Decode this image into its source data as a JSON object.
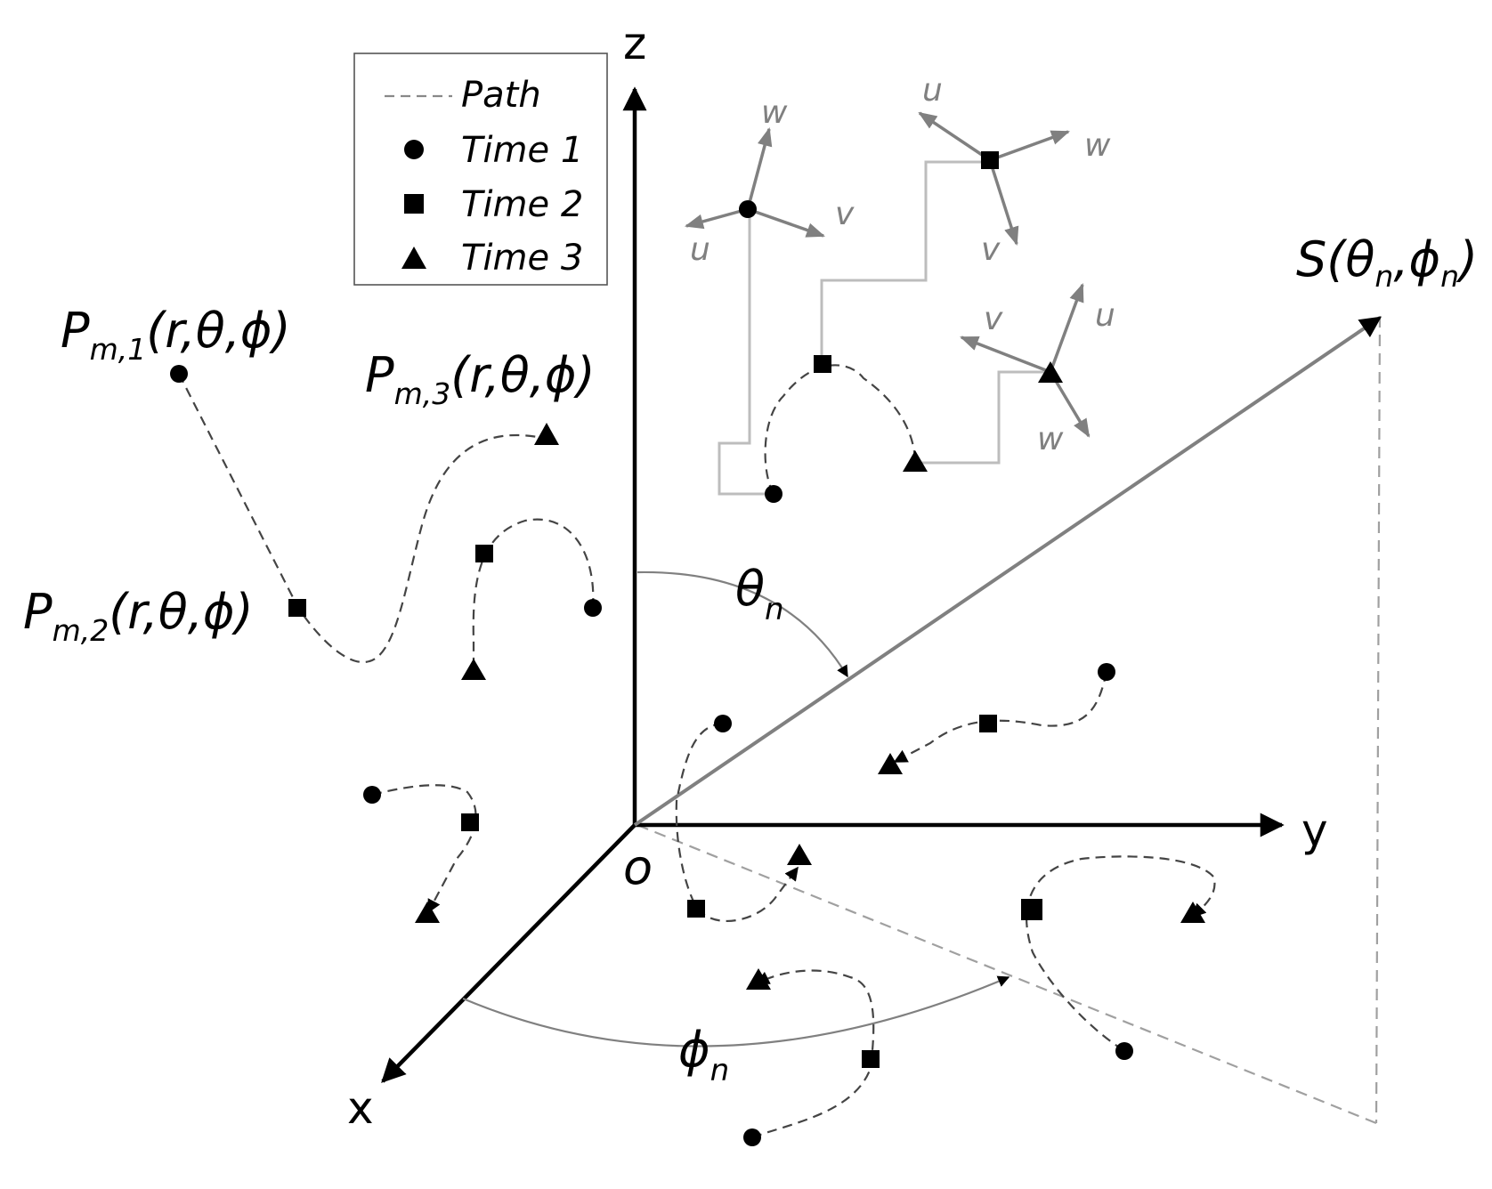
{
  "legend": {
    "items": [
      {
        "symbol": "dashed-line",
        "label": "Path"
      },
      {
        "symbol": "circle",
        "label": "Time 1"
      },
      {
        "symbol": "square",
        "label": "Time 2"
      },
      {
        "symbol": "triangle",
        "label": "Time 3"
      }
    ]
  },
  "axes": {
    "x": "x",
    "y": "y",
    "z": "z",
    "origin": "o"
  },
  "labels": {
    "p1": {
      "base": "P",
      "sub": "m,1",
      "args": "(r,θ,ϕ)"
    },
    "p2": {
      "base": "P",
      "sub": "m,2",
      "args": "(r,θ,ϕ)"
    },
    "p3": {
      "base": "P",
      "sub": "m,3",
      "args": "(r,θ,ϕ)"
    },
    "s": {
      "prefix": "S(",
      "theta": "θ",
      "sep": ",",
      "phi": "ϕ",
      "sub": "n",
      "close": ")"
    },
    "theta_angle": {
      "sym": "θ",
      "sub": "n"
    },
    "phi_angle": {
      "sym": "ϕ",
      "sub": "n"
    }
  },
  "frames": [
    {
      "u": "u",
      "v": "v",
      "w": "w"
    },
    {
      "u": "u",
      "v": "v",
      "w": "w"
    },
    {
      "u": "u",
      "v": "v",
      "w": "w"
    }
  ],
  "colors": {
    "axis": "#000000",
    "ray": "#808080",
    "path": "#444444",
    "guide": "#a0a0a0",
    "step": "#bdbdbd"
  }
}
